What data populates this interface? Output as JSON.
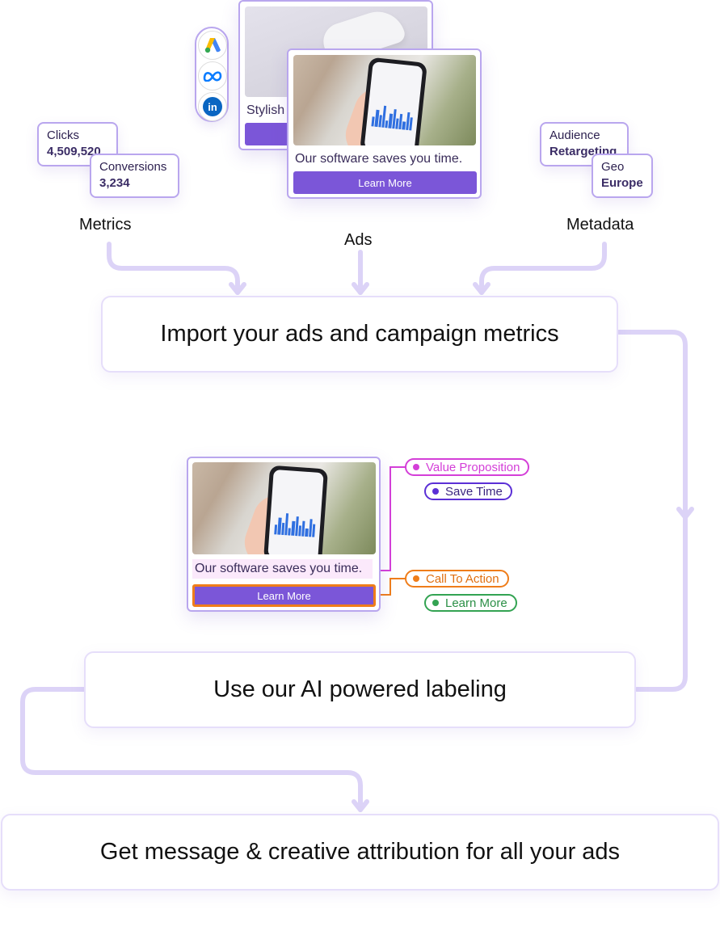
{
  "captions": {
    "metrics": "Metrics",
    "ads": "Ads",
    "metadata": "Metadata"
  },
  "metrics": [
    {
      "label": "Clicks",
      "value": "4,509,520"
    },
    {
      "label": "Conversions",
      "value": "3,234"
    }
  ],
  "metadata": [
    {
      "label": "Audience",
      "value": "Retargeting"
    },
    {
      "label": "Geo",
      "value": "Europe"
    }
  ],
  "ads": {
    "back_ad_text": "Stylish",
    "front_ad_text": "Our software saves you time.",
    "front_ad_button": "Learn More"
  },
  "platform_icons": [
    "google-ads-icon",
    "meta-icon",
    "linkedin-icon"
  ],
  "steps": {
    "import": "Import your ads and campaign metrics",
    "label": "Use our AI powered labeling",
    "attribution": "Get message & creative attribution for all your ads"
  },
  "labeled_ad": {
    "text": "Our software saves you time.",
    "button": "Learn More",
    "tags": [
      {
        "category": "Value Proposition",
        "value": "Save Time"
      },
      {
        "category": "Call To Action",
        "value": "Learn More"
      }
    ]
  },
  "colors": {
    "accent": "#7b56d8",
    "connector": "#dcd3f7",
    "value_prop": "#d43fd8",
    "save_time": "#5b2fd6",
    "cta": "#ef7d1a",
    "learn_more": "#33a352"
  }
}
